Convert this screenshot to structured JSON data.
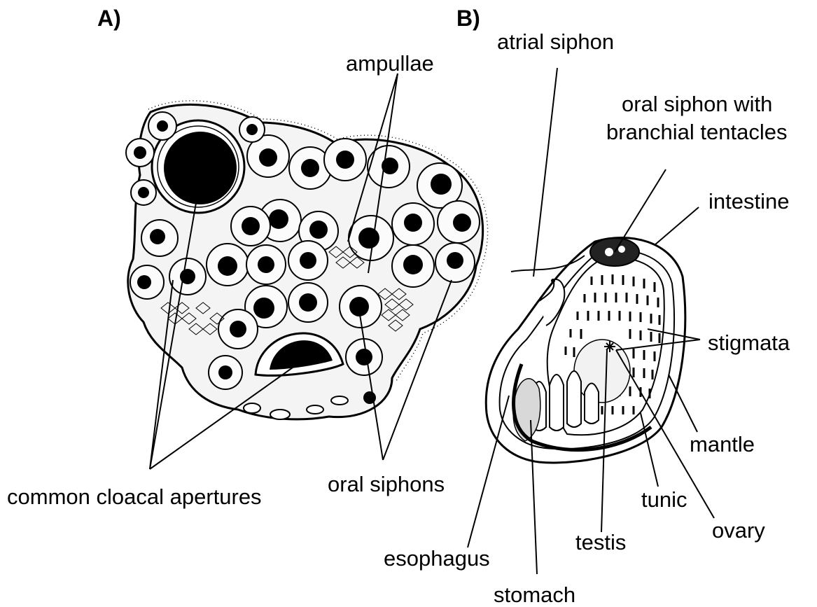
{
  "panels": {
    "a": "A)",
    "b": "B)"
  },
  "labels_a": {
    "ampullae": "ampullae",
    "common_cloacal_apertures": "common cloacal apertures",
    "oral_siphons": "oral siphons"
  },
  "labels_b": {
    "atrial_siphon": "atrial siphon",
    "oral_siphon_line1": "oral siphon with",
    "oral_siphon_line2": "branchial tentacles",
    "intestine": "intestine",
    "stigmata": "stigmata",
    "mantle": "mantle",
    "tunic": "tunic",
    "ovary": "ovary",
    "testis": "testis",
    "esophagus": "esophagus",
    "stomach": "stomach"
  },
  "colors": {
    "ink": "#000000",
    "paper": "#ffffff",
    "shade": "#d8d8d8"
  }
}
